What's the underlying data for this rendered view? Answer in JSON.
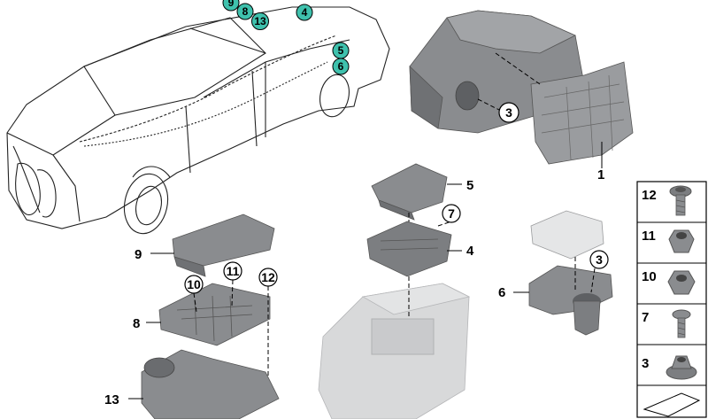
{
  "car_callouts": [
    "9",
    "8",
    "13",
    "4",
    "5",
    "6"
  ],
  "labels": {
    "l1": "1",
    "l3a": "3",
    "l3b": "3",
    "l5": "5",
    "l4": "4",
    "l7": "7",
    "l6": "6",
    "l9": "9",
    "l8": "8",
    "l10": "10",
    "l11": "11",
    "l12": "12",
    "l13": "13"
  },
  "sidebar": [
    {
      "label": "12",
      "icon": "torx-bolt-icon"
    },
    {
      "label": "11",
      "icon": "hex-nut-icon"
    },
    {
      "label": "10",
      "icon": "hex-nut-icon"
    },
    {
      "label": "7",
      "icon": "screw-icon"
    },
    {
      "label": "3",
      "icon": "flange-nut-icon"
    }
  ],
  "colors": {
    "callout_fill": "#3fc1ad",
    "part_gray": "#8a8c8f",
    "ghost_gray": "#d8d9da"
  }
}
